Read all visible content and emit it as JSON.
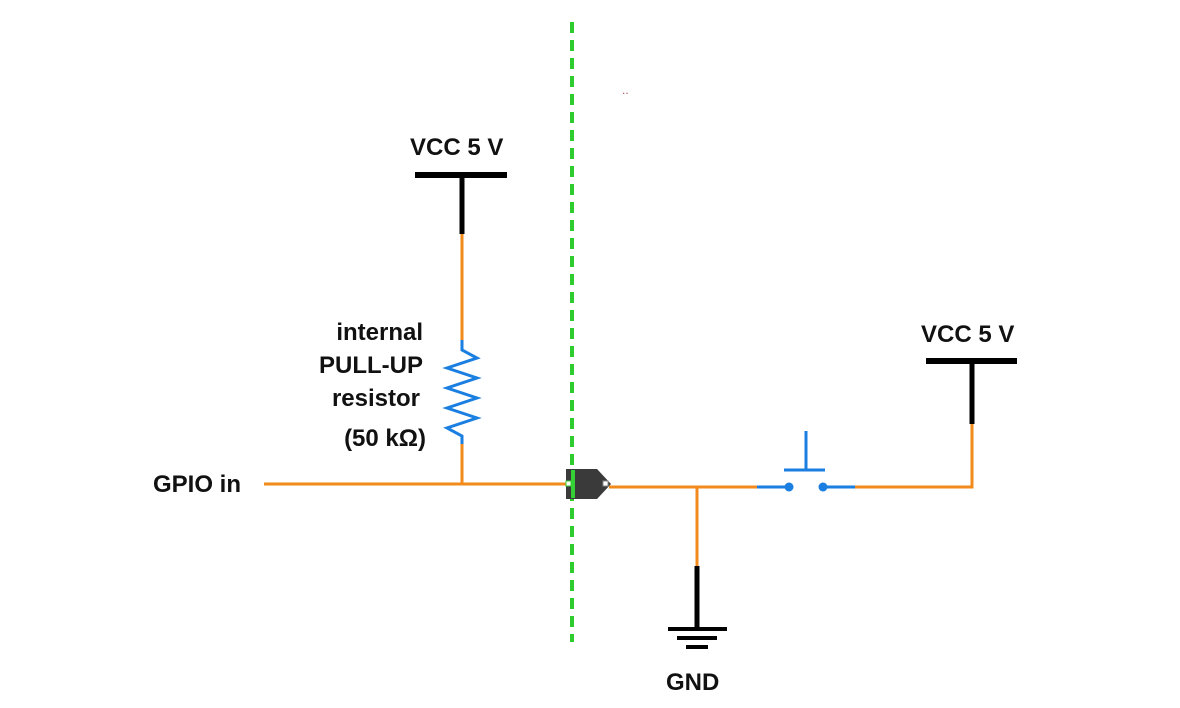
{
  "labels": {
    "vcc_left": "VCC 5 V",
    "vcc_right": "VCC 5 V",
    "resistor_line1": "internal",
    "resistor_line2": "PULL-UP",
    "resistor_line3": "resistor",
    "resistor_value": "(50 kΩ)",
    "gpio_in": "GPIO in",
    "gnd": "GND",
    "dots": ".."
  },
  "colors": {
    "wire": "#f28a1c",
    "component": "#1a7fe0",
    "power_ground": "#000000",
    "boundary_dashed": "#2ecc2e",
    "connector": "#3a3a3a"
  },
  "icons": {
    "resistor": "resistor-zigzag-icon",
    "switch": "pushbutton-switch-icon",
    "ground": "ground-icon",
    "power": "power-rail-icon",
    "connector": "pin-header-connector-icon"
  }
}
